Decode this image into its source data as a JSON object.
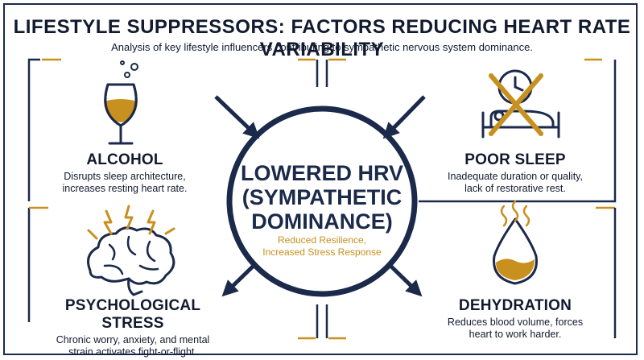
{
  "title": "LIFESTYLE SUPPRESSORS: FACTORS REDUCING HEART RATE VARIABILITY",
  "subtitle": "Analysis of key lifestyle influencers contributing to sympathetic nervous system dominance.",
  "center": {
    "title_lines": [
      "LOWERED HRV",
      "(SYMPATHETIC",
      "DOMINANCE)"
    ],
    "subtitle_lines": [
      "Reduced Resilience,",
      "Increased Stress Response"
    ]
  },
  "factors": {
    "alcohol": {
      "heading": "ALCOHOL",
      "desc_lines": [
        "Disrupts sleep architecture,",
        "increases resting heart rate."
      ],
      "icon": "wine-glass-icon"
    },
    "poor_sleep": {
      "heading": "POOR SLEEP",
      "desc_lines": [
        "Inadequate duration or quality,",
        "lack of restorative rest."
      ],
      "icon": "bed-clock-crossed-icon"
    },
    "psych_stress": {
      "heading": "PSYCHOLOGICAL STRESS",
      "desc_lines": [
        "Chronic worry, anxiety, and mental",
        "strain activates fight-or-flight."
      ],
      "icon": "brain-lightning-icon"
    },
    "dehydration": {
      "heading": "DEHYDRATION",
      "desc_lines": [
        "Reduces blood volume, forces",
        "heart to work harder."
      ],
      "icon": "water-drop-heat-icon"
    }
  },
  "colors": {
    "navy": "#1b2a4a",
    "gold": "#c8901e",
    "text": "#111a2e"
  }
}
